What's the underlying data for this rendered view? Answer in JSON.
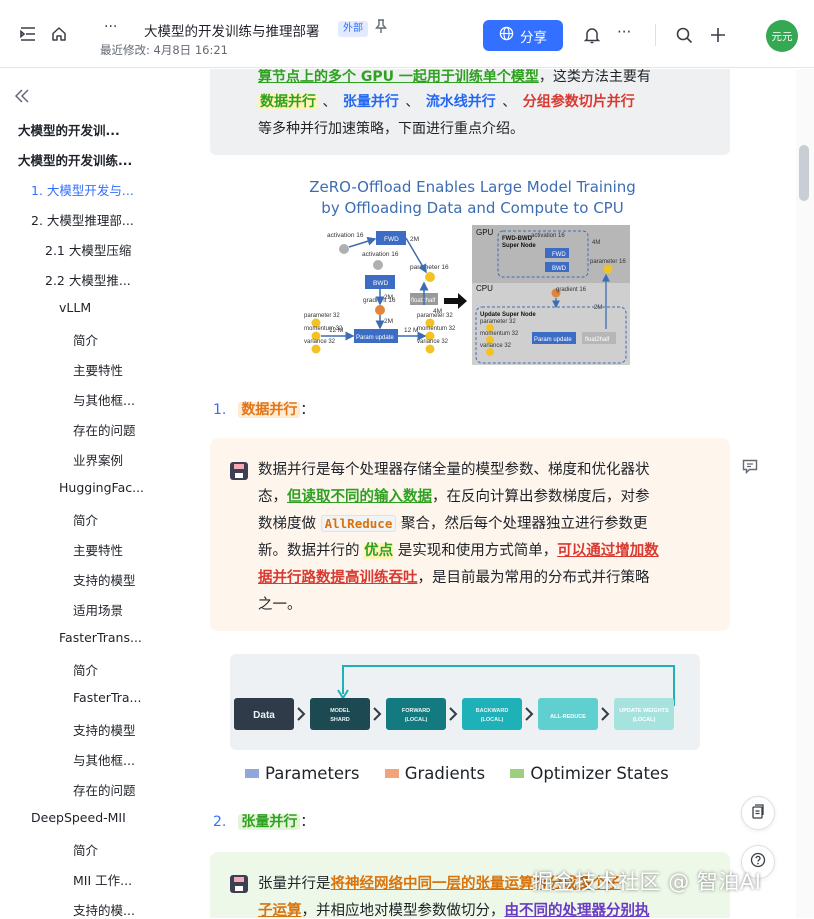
{
  "header": {
    "title": "大模型的开发训练与推理部署",
    "external_badge": "外部",
    "last_modified": "最近修改: 4月8日 16:21",
    "share_label": "分享",
    "avatar_text": "元元",
    "more_label": "···"
  },
  "sidebar": {
    "items": [
      {
        "label": "大模型的开发训...",
        "level": 0
      },
      {
        "label": "大模型的开发训练...",
        "level": 0
      },
      {
        "label": "1. 大模型开发与...",
        "level": 1
      },
      {
        "label": "2. 大模型推理部...",
        "level": 1
      },
      {
        "label": "2.1 大模型压缩",
        "level": 2
      },
      {
        "label": "2.2 大模型推...",
        "level": 2
      },
      {
        "label": "vLLM",
        "level": 3
      },
      {
        "label": "简介",
        "level": 4
      },
      {
        "label": "主要特性",
        "level": 4
      },
      {
        "label": "与其他框...",
        "level": 4
      },
      {
        "label": "存在的问题",
        "level": 4
      },
      {
        "label": "业界案例",
        "level": 4
      },
      {
        "label": "HuggingFac...",
        "level": 3
      },
      {
        "label": "简介",
        "level": 4
      },
      {
        "label": "主要特性",
        "level": 4
      },
      {
        "label": "支持的模型",
        "level": 4
      },
      {
        "label": "适用场景",
        "level": 4
      },
      {
        "label": "FasterTrans...",
        "level": 3
      },
      {
        "label": "简介",
        "level": 4
      },
      {
        "label": "FasterTra...",
        "level": 4
      },
      {
        "label": "支持的模型",
        "level": 4
      },
      {
        "label": "与其他框...",
        "level": 4
      },
      {
        "label": "存在的问题",
        "level": 4
      },
      {
        "label": "DeepSpeed-MII",
        "level": 2
      },
      {
        "label": "简介",
        "level": 4
      },
      {
        "label": "MII 工作...",
        "level": 4
      },
      {
        "label": "支持的模...",
        "level": 4
      }
    ]
  },
  "content": {
    "intro_line1": "算节点上的多个 GPU 一起用于训练单个模型",
    "intro_line1_tail": "，这类方法主要有",
    "intro_tags": [
      "数据并行",
      "张量并行",
      "流水线并行",
      "分组参数切片并行"
    ],
    "intro_seps": [
      "、",
      "、",
      "、"
    ],
    "intro_line3": "等多种并行加速策略，下面进行重点介绍。",
    "figure1": {
      "title_line1": "ZeRO-Offload Enables Large Model Training",
      "title_line2": "by Offloading Data and Compute to CPU",
      "labels": {
        "gpu": "GPU",
        "cpu": "CPU",
        "fwd": "FWD",
        "bwd": "BWD",
        "fwd_bwd_node": "FWD-BWD",
        "super_node": "Super Node",
        "update_super_node": "Update Super Node",
        "param_update": "Param update",
        "float2half": "float2half",
        "activation16": "activation 16",
        "parameter16": "parameter 16",
        "gradient16": "gradient 16",
        "parameter32": "parameter 32",
        "momentum32": "momentum 32",
        "variance32": "variance 32",
        "m2": "2M",
        "m4": "4M",
        "m12": "12 M"
      }
    },
    "section1": {
      "index": "1.",
      "title": "数据并行",
      "colon": "："
    },
    "callout1": {
      "line1": "数据并行是每个处理器存储全量的模型参数、梯度和优化器状",
      "line2a": "态，",
      "line2b": "但读取不同的输入数据",
      "line2c": "，在反向计算出参数梯度后，对参",
      "line3a": "数梯度做 ",
      "line3code": "AllReduce",
      "line3b": " 聚合，然后每个处理器独立进行参数更",
      "line4a": "新。数据并行的 ",
      "line4b": "优点",
      "line4c": " 是实现和使用方式简单，",
      "line4d": "可以通过增加数",
      "line5a": "据并行路数提高训练吞吐",
      "line5b": "，是目前最为常用的分布式并行策略",
      "line6": "之一。"
    },
    "figure2": {
      "steps": [
        "Data",
        "MODEL SHARD",
        "FORWARD (LOCAL)",
        "BACKWARD (LOCAL)",
        "ALL-REDUCE",
        "UPDATE WEIGHTS (LOCAL)"
      ],
      "step_colors": [
        "#2f3b48",
        "#1d4a52",
        "#137a80",
        "#1fb1b8",
        "#5fd0cf",
        "#a6e3df"
      ]
    },
    "legend": [
      {
        "label": "Parameters",
        "color": "#8fa8dc"
      },
      {
        "label": "Gradients",
        "color": "#f2a37a"
      },
      {
        "label": "Optimizer States",
        "color": "#9ccf7e"
      }
    ],
    "section2": {
      "index": "2.",
      "title": "张量并行",
      "colon": "："
    },
    "callout2": {
      "line1a": "张量并行是",
      "line1b": "将神经网络中同一层的张量",
      "line1c": "运算拆分成多个子",
      "line2a": "子运算",
      "line2b": "，并相应地对模型参数做切分，",
      "line2c": "由不同的处理器分别执"
    }
  },
  "watermark": "掘金技术社区 @ 智泊AI"
}
